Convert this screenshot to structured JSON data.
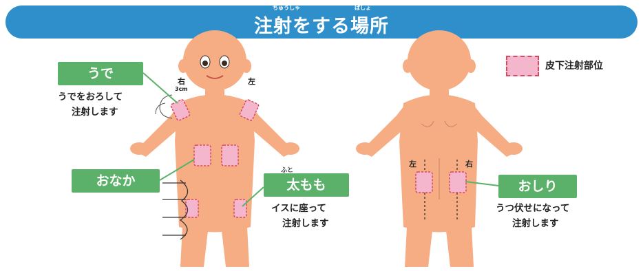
{
  "title": "注射をする場所",
  "title_furigana": {
    "chusha": "ちゅうしゃ",
    "basho": "ばしょ"
  },
  "legend": {
    "label": "皮下注射部位",
    "swatch_color": "#f3b6cc",
    "border_color": "#d9485f"
  },
  "front": {
    "right_side": "右",
    "left_side": "左",
    "distance_mark": "3cm",
    "arm": {
      "label": "うで",
      "note_line1": "うでをおろして",
      "note_line2": "注射します"
    },
    "belly": {
      "label": "おなか"
    },
    "thigh": {
      "label": "太もも",
      "furigana": "ふと",
      "note_line1": "イスに座って",
      "note_line2": "注射します"
    }
  },
  "back": {
    "left_side": "左",
    "right_side": "右",
    "buttocks": {
      "label": "おしり",
      "note_line1": "うつ伏せになって",
      "note_line2": "注射します"
    }
  },
  "colors": {
    "banner": "#2f8fcb",
    "label_green": "#5bb16a",
    "skin": "#f6ad84",
    "injection_site": "#f3b6cc"
  }
}
